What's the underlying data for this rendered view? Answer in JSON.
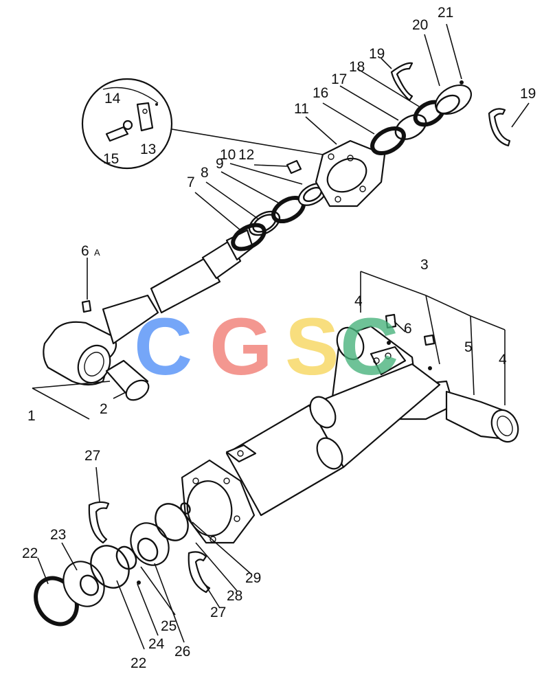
{
  "labels": {
    "l1": "1",
    "l2": "2",
    "l3": "3",
    "l4a": "4",
    "l4b": "4",
    "l5": "5",
    "l6": "6",
    "l6a": "6",
    "l6a_suffix": "A",
    "l7": "7",
    "l8": "8",
    "l9": "9",
    "l10": "10",
    "l11": "11",
    "l12": "12",
    "l13": "13",
    "l14": "14",
    "l15": "15",
    "l16": "16",
    "l17": "17",
    "l18": "18",
    "l19a": "19",
    "l19b": "19",
    "l20": "20",
    "l21": "21",
    "l22a": "22",
    "l22b": "22",
    "l23": "23",
    "l24": "24",
    "l25": "25",
    "l26": "26",
    "l27a": "27",
    "l27b": "27",
    "l28": "28",
    "l29": "29"
  },
  "watermark": {
    "letters": [
      "C",
      "G",
      "S",
      "C"
    ],
    "colors": [
      "#4f8ef7",
      "#f07a72",
      "#f7d65a",
      "#46b27a"
    ]
  }
}
